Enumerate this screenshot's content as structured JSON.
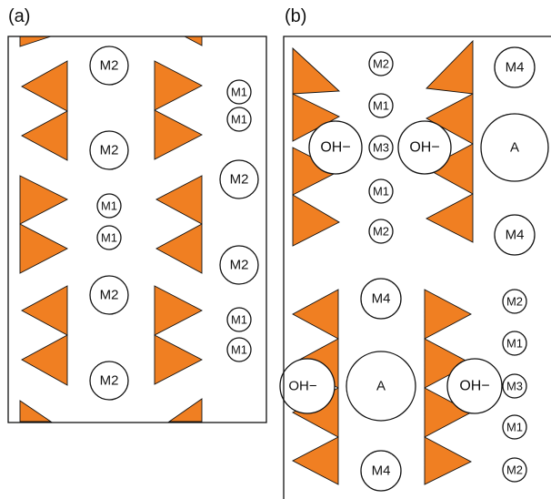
{
  "colors": {
    "tetrahedron_fill": "#F07F22",
    "outline": "#111111",
    "background": "#FFFFFF"
  },
  "panel_a": {
    "label": "(a)",
    "sites": {
      "m2": "M2",
      "m1": "M1"
    }
  },
  "panel_b": {
    "label": "(b)",
    "sites": {
      "m1": "M1",
      "m2": "M2",
      "m3": "M3",
      "m4": "M4",
      "a": "A",
      "oh": "OH−"
    }
  }
}
